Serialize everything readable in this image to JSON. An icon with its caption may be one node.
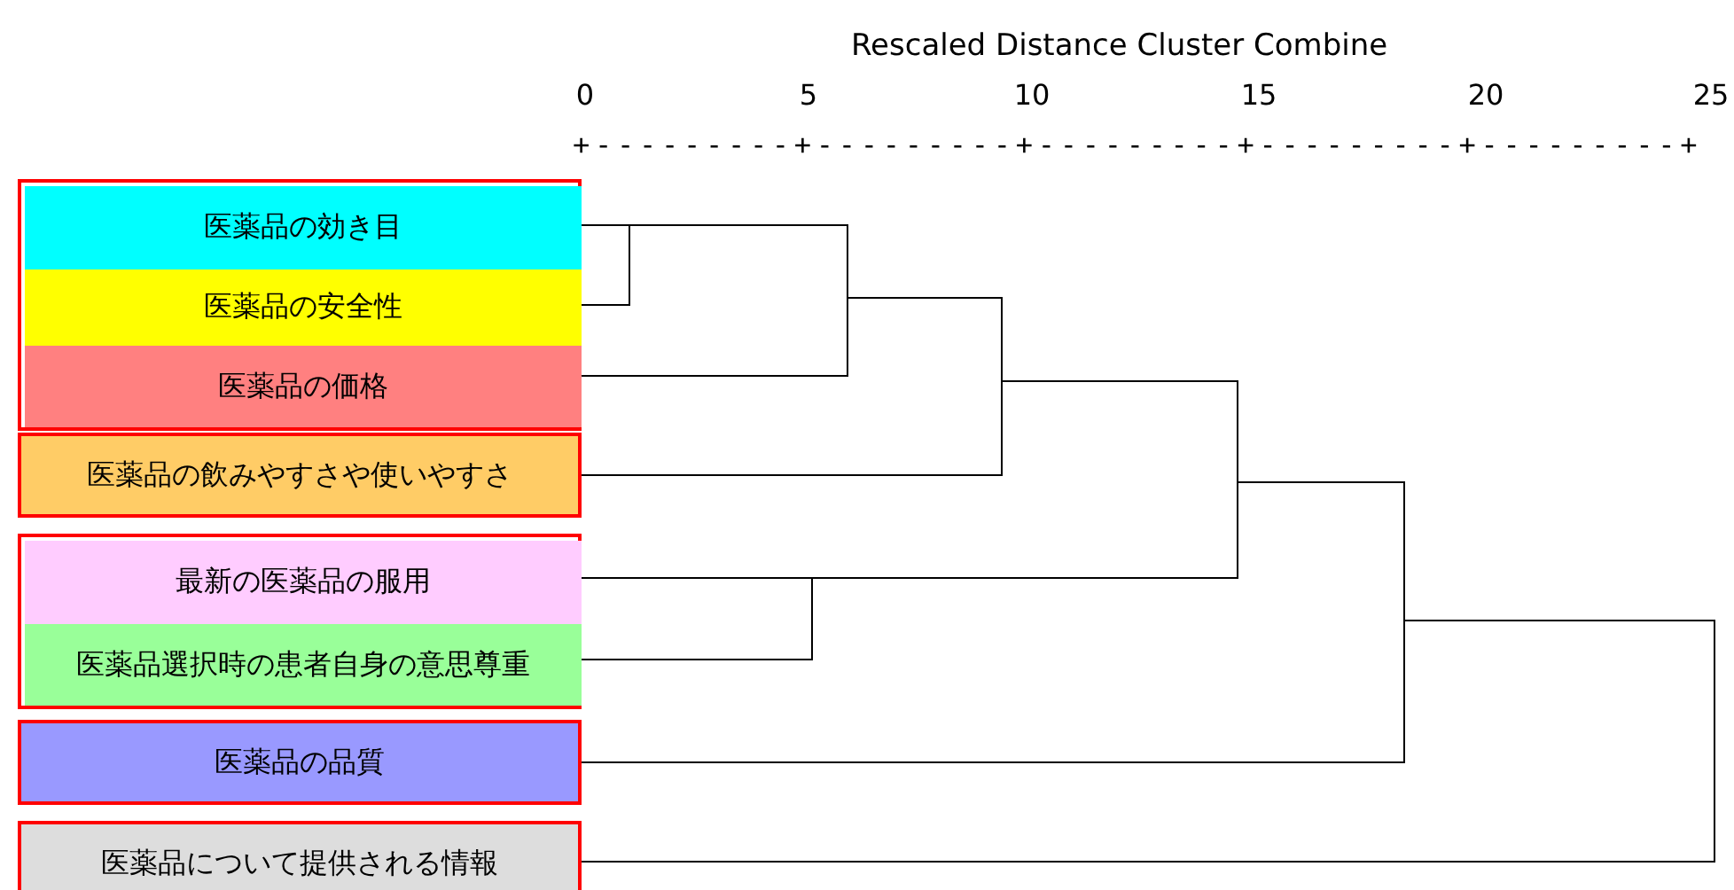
{
  "diagram": {
    "title": "Rescaled Distance Cluster Combine",
    "nodes": [
      {
        "text": [],
        "shape": "box"
      },
      {
        "text": [
          "医薬品の効き目"
        ],
        "in": 0
      },
      {
        "text": [
          "医薬品の安全性"
        ],
        "in": 0
      },
      {
        "text": [
          "医薬品の価格"
        ],
        "in": 0
      },
      {
        "text": [
          "医薬品の飲みやすさや使いやすさ"
        ]
      },
      {
        "text": [],
        "shape": "box"
      },
      {
        "text": [
          "最新の医薬品の服用"
        ],
        "in": 5
      },
      {
        "text": [
          "医薬品選択時の患者自身の意思尊重"
        ],
        "in": 5
      },
      {
        "text": [
          "医薬品の品質"
        ]
      },
      {
        "text": [
          "医薬品について提供される情報"
        ]
      }
    ],
    "labels": [
      "0",
      "5",
      "10",
      "15",
      "20",
      "25",
      "+---------+---------+---------+---------+---------+"
    ]
  }
}
